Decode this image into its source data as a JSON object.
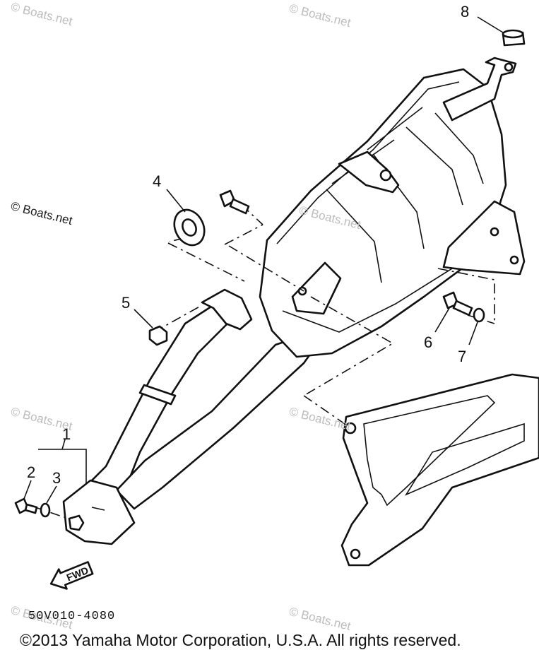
{
  "watermark": "© Boats.net",
  "callouts": [
    "1",
    "2",
    "3",
    "4",
    "5",
    "6",
    "7",
    "8"
  ],
  "fwd_label": "FWD",
  "part_number": "50V010-4080",
  "copyright": "©2013 Yamaha Motor Corporation, U.S.A. All rights reserved."
}
